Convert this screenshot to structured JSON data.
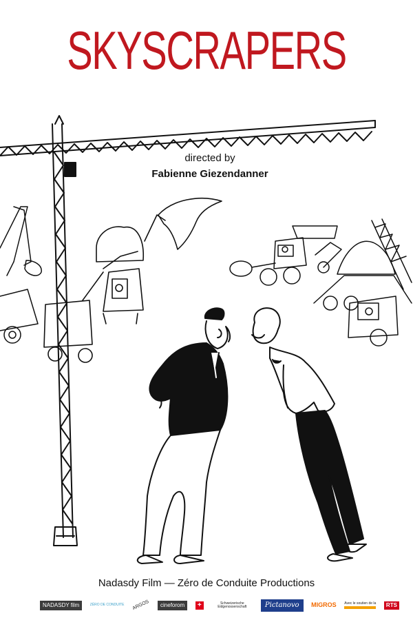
{
  "poster": {
    "title": "SKYSCRAPERS",
    "directed_by": "directed by",
    "director": "Fabienne Giezendanner",
    "producers": "Nadasdy Film — Zéro de Conduite Productions",
    "colors": {
      "title": "#c0181f",
      "ink": "#111111",
      "background": "#ffffff"
    }
  },
  "logos": [
    {
      "name": "nadasdy-logo",
      "text": "NADASDY film"
    },
    {
      "name": "zero-de-conduite-logo",
      "text": "ZÉRO DE CONDUITE"
    },
    {
      "name": "animation-logo",
      "text": "ARGOS"
    },
    {
      "name": "cineforom-logo",
      "text": "cineforom"
    },
    {
      "name": "swiss-federal-logo",
      "text": "+"
    },
    {
      "name": "federal-office-text",
      "text": "Schweizerische Eidgenossenschaft"
    },
    {
      "name": "pictanovo-logo",
      "text": "Pictanovo"
    },
    {
      "name": "migros-logo",
      "text": "MIGROS"
    },
    {
      "name": "avec-le-soutien-logo",
      "text": "Avec le soutien de la"
    },
    {
      "name": "rts-logo",
      "text": "RTS"
    }
  ]
}
